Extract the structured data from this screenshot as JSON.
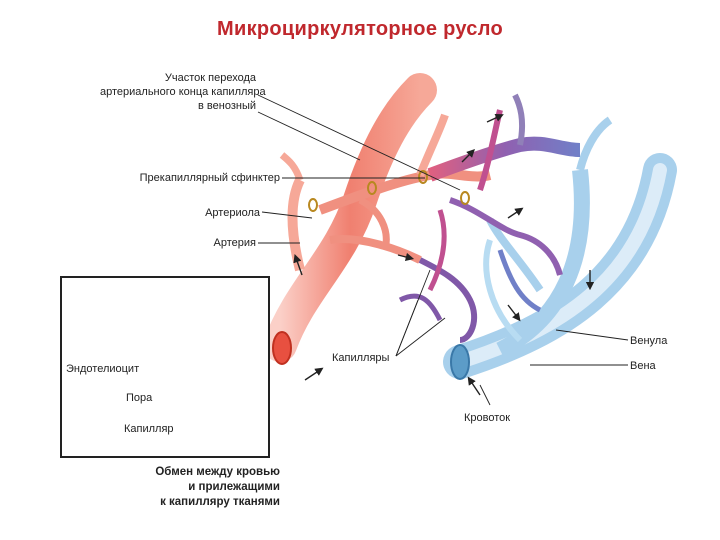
{
  "title": "Микроциркуляторное русло",
  "labels": {
    "transition_line1": "Участок перехода",
    "transition_line2": "артериального конца капилляра",
    "transition_line3": "в венозный",
    "sphincter": "Прекапиллярный сфинктер",
    "arteriole": "Артериола",
    "artery": "Артерия",
    "capillaries": "Капилляры",
    "venule": "Венула",
    "vein": "Вена",
    "blood_flow": "Кровоток"
  },
  "inset": {
    "endothelium": "Эндотелиоцит",
    "pore": "Пора",
    "capillary": "Капилляр",
    "caption_line1": "Обмен между кровью",
    "caption_line2": "и прилежащими",
    "caption_line3": "к капилляру тканями"
  },
  "colors": {
    "title": "#c0282d",
    "arterial": "#f08070",
    "venous": "#9cc8e8",
    "mixed": "#9060b0"
  }
}
